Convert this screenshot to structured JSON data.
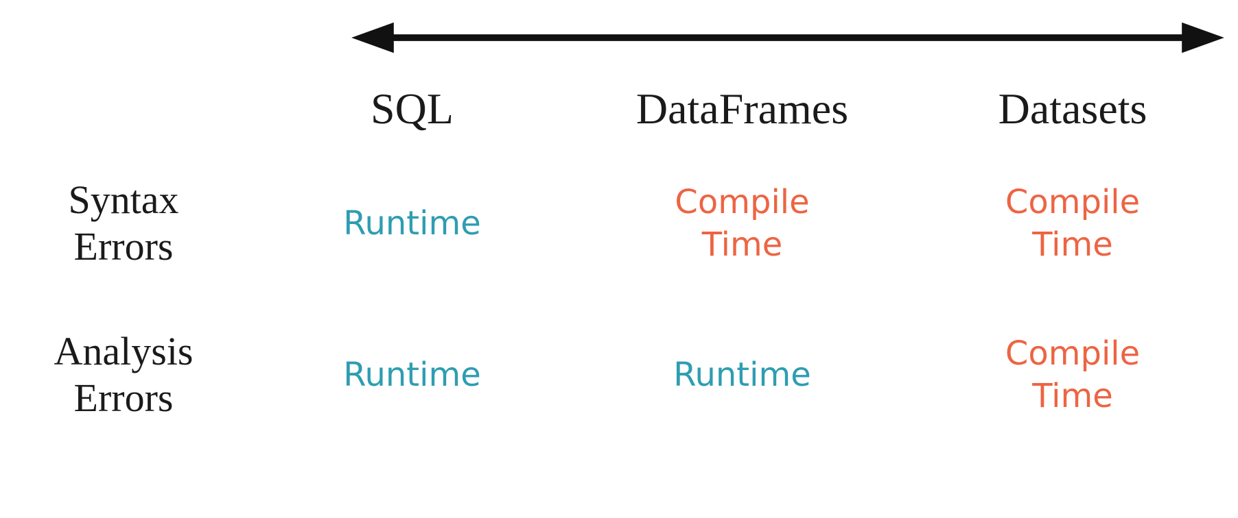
{
  "table": {
    "columns": [
      "SQL",
      "DataFrames",
      "Datasets"
    ],
    "rows": [
      {
        "label": "Syntax\nErrors",
        "cells": [
          {
            "text": "Runtime",
            "type": "runtime"
          },
          {
            "text": "Compile\nTime",
            "type": "compile"
          },
          {
            "text": "Compile\nTime",
            "type": "compile"
          }
        ]
      },
      {
        "label": "Analysis\nErrors",
        "cells": [
          {
            "text": "Runtime",
            "type": "runtime"
          },
          {
            "text": "Runtime",
            "type": "runtime"
          },
          {
            "text": "Compile\nTime",
            "type": "compile"
          }
        ]
      }
    ],
    "colors": {
      "runtime": "#2E9DB2",
      "compile": "#ED6443",
      "heading_text": "#1A1A1A",
      "arrow": "#111111",
      "background": "#FFFFFF"
    }
  }
}
